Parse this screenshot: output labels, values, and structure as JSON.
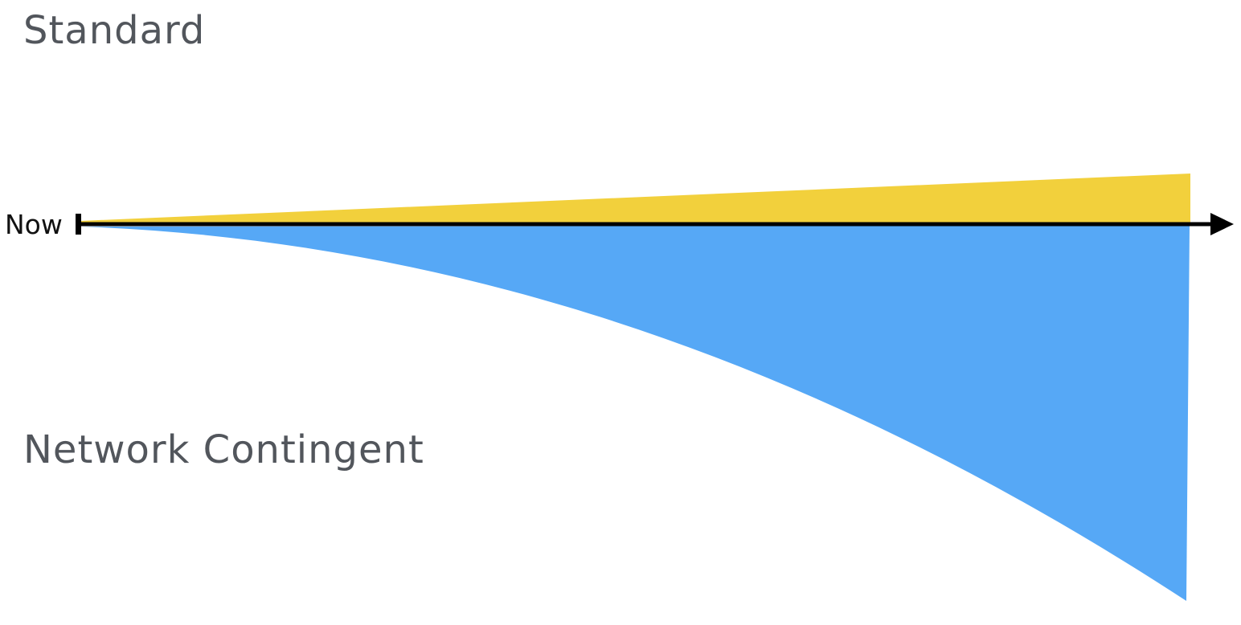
{
  "labels": {
    "standard": "Standard",
    "network_contingent": "Network Contingent",
    "now": "Now"
  },
  "colors": {
    "standard_fill": "#F2D03C",
    "network_fill": "#56A8F6",
    "axis": "#000000",
    "text": "#52565C"
  },
  "icons": {
    "timeline_arrow": "arrow-right-icon",
    "now_marker": "tick-marker-icon"
  }
}
